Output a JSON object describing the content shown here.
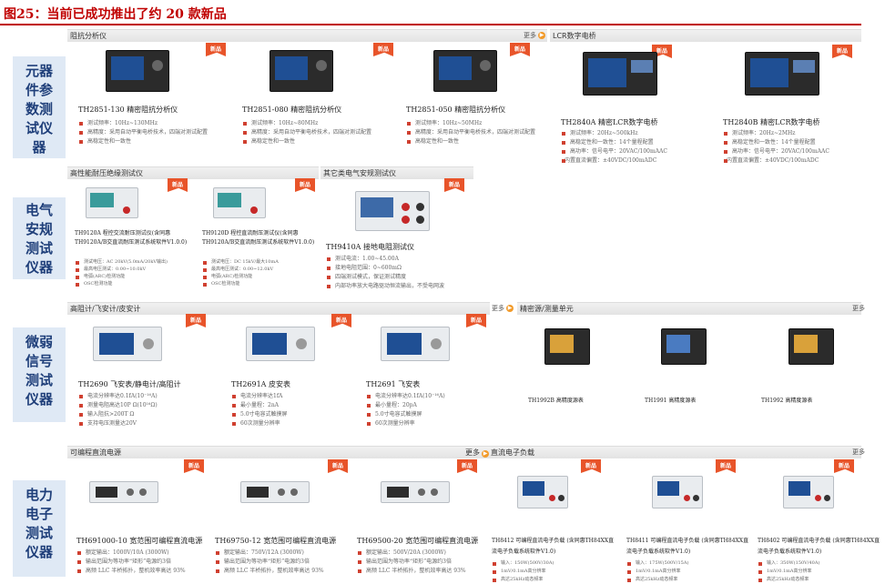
{
  "title": "图25：当前已成功推出了约 20 款新品",
  "new_badge": "新品",
  "more_label": "更多",
  "categories": {
    "impedance": "元器件参数测试仪器",
    "safety": "电气安规测试仪器",
    "weak": "微弱信号测试仪器",
    "power": "电力电子测试仪器"
  },
  "panels": {
    "impedance": "阻抗分析仪",
    "lcr": "LCR数字电桥",
    "hv": "高性能耐压绝缘测试仪",
    "other_safety": "其它类电气安规测试仪",
    "meter": "高阻计/飞安计/皮安计",
    "smu": "精密源/测量单元",
    "dc_source": "可编程直流电源",
    "dc_load": "直流电子负载"
  },
  "products": {
    "p1": {
      "name": "TH2851-130 精密阻抗分析仪",
      "features": [
        "测试频率：10Hz~130MHz",
        "高精度：采用自动平衡电桥技术，四端对测试配置",
        "高稳定性和一致性"
      ]
    },
    "p2": {
      "name": "TH2851-080 精密阻抗分析仪",
      "features": [
        "测试频率：10Hz~80MHz",
        "高精度：采用自动平衡电桥技术，四端对测试配置",
        "高稳定性和一致性"
      ]
    },
    "p3": {
      "name": "TH2851-050 精密阻抗分析仪",
      "features": [
        "测试频率：10Hz~50MHz",
        "高精度：采用自动平衡电桥技术，四端对测试配置",
        "高稳定性和一致性"
      ]
    },
    "p4": {
      "name": "TH2840A 精密LCR数字电桥",
      "features": [
        "测试频率：20Hz~500kHz",
        "高稳定性和一致性：14个量程配置",
        "高功率：信号电平：20VAC/100mAAC"
      ],
      "extra": "内置直流偏置：±40VDC/100mADC"
    },
    "p5": {
      "name": "TH2840B 精密LCR数字电桥",
      "features": [
        "测试频率：20Hz~2MHz",
        "高稳定性和一致性：14个量程配置",
        "高功率：信号电平：20VAC/100mAAC"
      ],
      "extra": "内置直流偏置：±40VDC/100mADC"
    },
    "s1": {
      "name": "TH9120A 程控交流耐压测试仪(含同惠TH9120A/B交直流耐压测试系统软件V1.0.0)",
      "features": [
        "测试电压：AC 20kV(5.0mA/20kV输出)",
        "最高电压测试：0.00~10.0kV",
        "电弧(ARC)检测功能",
        "OSC检测功能"
      ]
    },
    "s2": {
      "name": "TH9120D 程控直流耐压测试仪(含同惠TH9120A/B交直流耐压测试系统软件V1.0.0)",
      "features": [
        "测试电压：DC 15kV/最大10mA",
        "最高电压测试：0.00~12.0kV",
        "电弧(ARC)检测功能",
        "OSC检测功能"
      ]
    },
    "s3": {
      "name": "TH9410A 接地电阻测试仪",
      "features": [
        "测试电流：1.00~45.00A",
        "接地电阻范围：0~600mΩ",
        "四端测试模式，保证测试精度",
        "内部功率放大电路驱动恒流输出，不受电网波"
      ]
    },
    "m1": {
      "name": "TH2690 飞安表/静电计/高阻计",
      "features": [
        "电流分辨率达0.1fA(10⁻¹⁶A)",
        "测量电阻高达10P Ω(10¹⁶Ω)",
        "输入阻抗>200T Ω",
        "支持电压测量达20V"
      ]
    },
    "m2": {
      "name": "TH2691A 皮安表",
      "features": [
        "电流分辨率达1fA",
        "最小量程：2nA",
        "5.0寸电容式触摸屏",
        "60次测量分辨率"
      ]
    },
    "m3": {
      "name": "TH2691 飞安表",
      "features": [
        "电流分辨率达0.1fA(10⁻¹⁶A)",
        "最小量程：20pA",
        "5.0寸电容式触摸屏",
        "60次测量分辨率"
      ]
    },
    "u1": {
      "name": "TH1992B 高精度源表"
    },
    "u2": {
      "name": "TH1991 高精度源表"
    },
    "u3": {
      "name": "TH1992 高精度源表"
    },
    "d1": {
      "name": "TH691000-10 宽范围可编程直流电源",
      "features": [
        "额定输出：1000V/10A (3000W)",
        "输出范围为等功率“矩形”电源约3倍",
        "高频 LLC 半桥拓扑，整机效率高达 93%"
      ]
    },
    "d2": {
      "name": "TH69750-12 宽范围可编程直流电源",
      "features": [
        "额定输出：750V/12A (3000W)",
        "输出范围为等功率“矩形”电源约3倍",
        "高频 LLC 半桥拓扑，整机效率高达 93%"
      ]
    },
    "d3": {
      "name": "TH69500-20 宽范围可编程直流电源",
      "features": [
        "额定输出：500V/20A (3000W)",
        "输出范围为等功率“矩形”电源约3倍",
        "高频 LLC 半桥拓扑，整机效率高达 93%"
      ]
    },
    "l1": {
      "name": "TH8412 可编程直流电子负载 (含同惠TH84XX直流电子负载系统软件V1.0)",
      "features": [
        "输入：150W(500V/30A)",
        "1mV/0.1mA高分辨率",
        "高达25kHz动态频率"
      ]
    },
    "l2": {
      "name": "TH8411 可编程直流电子负载 (含同惠TH84XX直流电子负载系统软件V1.0)",
      "features": [
        "输入：175W(500V/15A)",
        "1mV/0.1mA高分辨率",
        "高达25kHz动态频率"
      ]
    },
    "l3": {
      "name": "TH8402 可编程直流电子负载 (含同惠TH84XX直流电子负载系统软件V1.0)",
      "features": [
        "输入：350W(150V/40A)",
        "1mV/0.1mA高分辨率",
        "高达25kHz动态频率"
      ]
    }
  }
}
